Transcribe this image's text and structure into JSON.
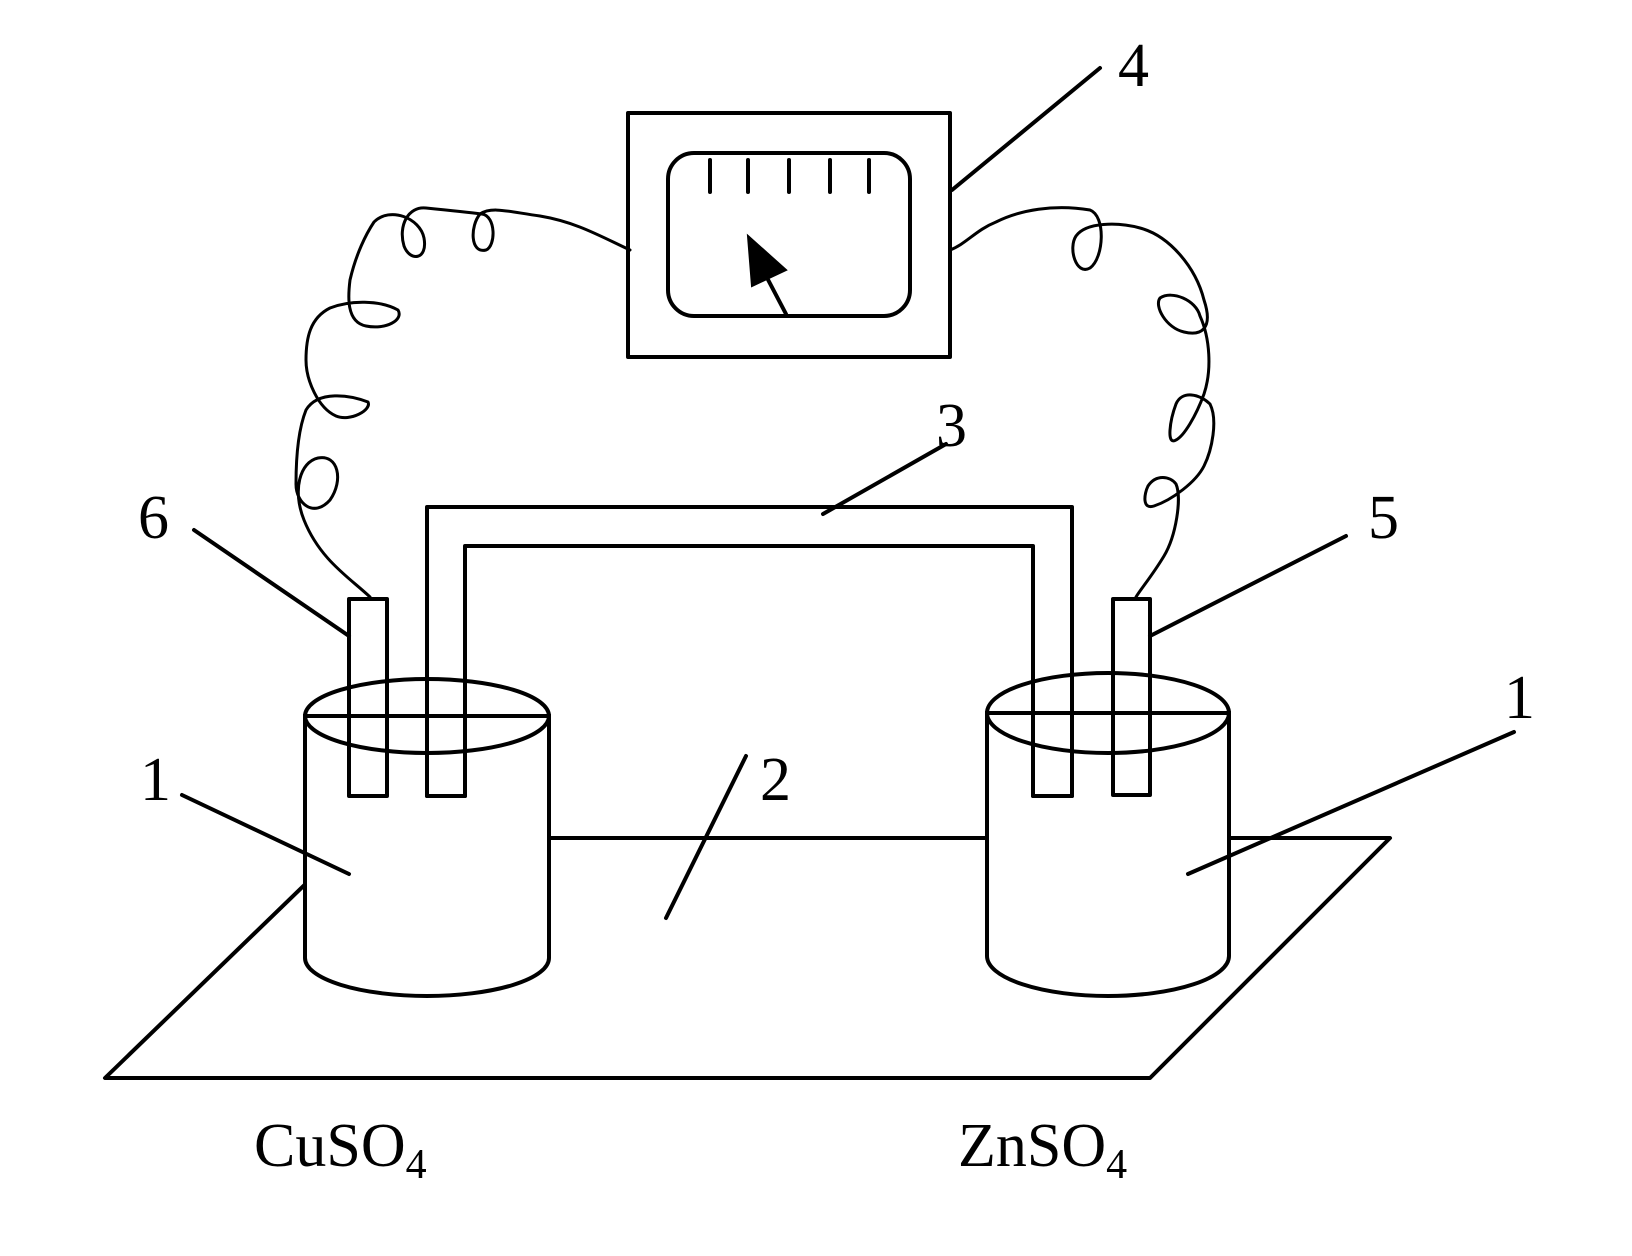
{
  "labels": {
    "beaker_left": "1",
    "beaker_right": "1",
    "base": "2",
    "salt_bridge": "3",
    "meter": "4",
    "electrode_right": "5",
    "electrode_left": "6"
  },
  "solutions": {
    "left": {
      "formula": "CuSO",
      "subscript": "4"
    },
    "right": {
      "formula": "ZnSO",
      "subscript": "4"
    }
  },
  "colors": {
    "line": "#000000",
    "background": "#ffffff"
  }
}
